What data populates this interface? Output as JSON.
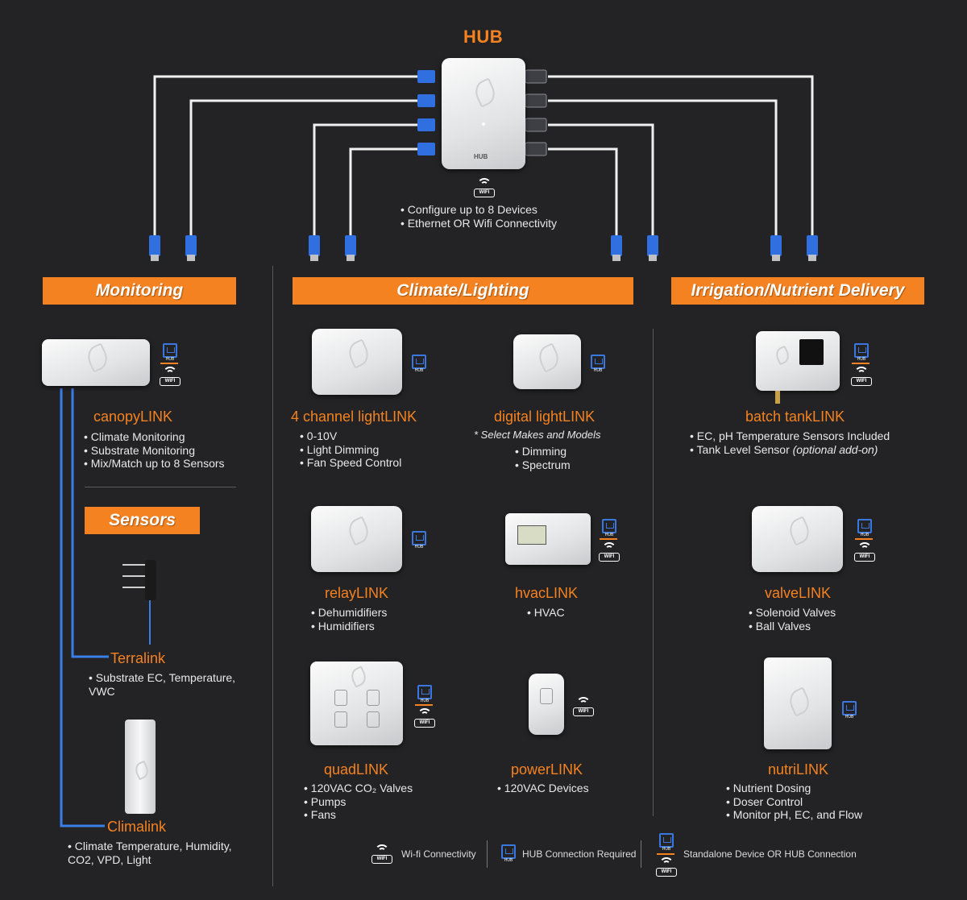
{
  "hub": {
    "title": "HUB",
    "device_label": "HUB",
    "features": [
      "Configure up to 8 Devices",
      "Ethernet OR Wifi Connectivity"
    ]
  },
  "icons": {
    "wifi_label": "WIFI",
    "hub_label": "HUB"
  },
  "sections": {
    "monitoring": "Monitoring",
    "climate": "Climate/Lighting",
    "irrigation": "Irrigation/Nutrient Delivery",
    "sensors": "Sensors"
  },
  "monitoring": {
    "canopylink": {
      "name": "canopyLINK",
      "features": [
        "Climate Monitoring",
        "Substrate Monitoring",
        "Mix/Match up to 8 Sensors"
      ]
    },
    "terralink": {
      "name": "Terralink",
      "features": [
        "Substrate EC, Temperature, VWC"
      ]
    },
    "climalink": {
      "name": "Climalink",
      "features": [
        "Climate Temperature, Humidity, CO2, VPD, Light"
      ]
    }
  },
  "climate": {
    "four_channel": {
      "name": "4 channel lightLINK",
      "features": [
        "0-10V",
        "Light Dimming",
        "Fan Speed Control"
      ]
    },
    "digital": {
      "name": "digital lightLINK",
      "note": "* Select Makes and Models",
      "features": [
        "Dimming",
        "Spectrum"
      ]
    },
    "relay": {
      "name": "relayLINK",
      "features": [
        "Dehumidifiers",
        "Humidifiers"
      ]
    },
    "hvac": {
      "name": "hvacLINK",
      "features": [
        "HVAC"
      ]
    },
    "quad": {
      "name": "quadLINK",
      "features": [
        "120VAC CO₂ Valves",
        "Pumps",
        "Fans"
      ]
    },
    "power": {
      "name": "powerLINK",
      "features": [
        "120VAC Devices"
      ]
    }
  },
  "irrigation": {
    "batch": {
      "name": "batch tankLINK",
      "features": [
        "EC, pH Temperature Sensors Included",
        "Tank Level Sensor"
      ],
      "optional": "(optional add-on)"
    },
    "valve": {
      "name": "valveLINK",
      "features": [
        "Solenoid Valves",
        "Ball Valves"
      ]
    },
    "nutri": {
      "name": "nutriLINK",
      "features": [
        "Nutrient Dosing",
        "Doser Control",
        "Monitor pH, EC, and Flow"
      ]
    }
  },
  "legend": {
    "wifi": "Wi-fi Connectivity",
    "hub": "HUB Connection Required",
    "standalone": "Standalone Device OR HUB Connection"
  },
  "colors": {
    "accent": "#f58220",
    "background": "#232325",
    "cable_blue": "#2f6fe0"
  }
}
